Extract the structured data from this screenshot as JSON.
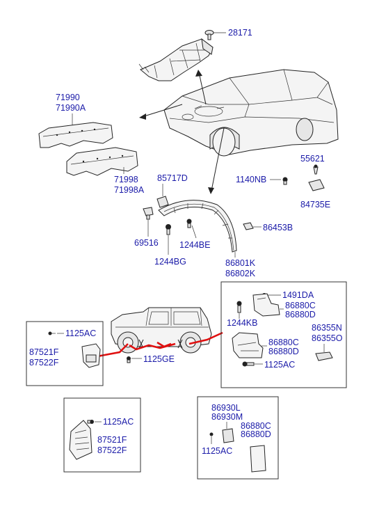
{
  "labels": {
    "p28171": "28171",
    "p71990": "71990",
    "p71990a": "71990A",
    "p71998": "71998",
    "p71998a": "71998A",
    "p85717d": "85717D",
    "p55621": "55621",
    "p1140nb": "1140NB",
    "p84735e": "84735E",
    "p86453b": "86453B",
    "p69516": "69516",
    "p1244be": "1244BE",
    "p1244bg": "1244BG",
    "p86801k": "86801K",
    "p86802k": "86802K",
    "p1491da": "1491DA",
    "p86880c_a": "86880C",
    "p86880d_a": "86880D",
    "p1244kb": "1244KB",
    "p86355n": "86355N",
    "p86355o": "86355O",
    "p86880c_b": "86880C",
    "p86880d_b": "86880D",
    "p1125ac_b": "1125AC",
    "p1125ac_a": "1125AC",
    "p87521f_a": "87521F",
    "p87522f_a": "87522F",
    "p1125ge": "1125GE",
    "p1125ac_c": "1125AC",
    "p87521f_b": "87521F",
    "p87522f_b": "87522F",
    "p86930l": "86930L",
    "p86930m": "86930M",
    "p86880c_c": "86880C",
    "p86880d_c": "86880D",
    "p1125ac_d": "1125AC"
  },
  "colors": {
    "label": "#1a1aa8",
    "highlight_line": "#e01010",
    "outline": "#222222"
  }
}
